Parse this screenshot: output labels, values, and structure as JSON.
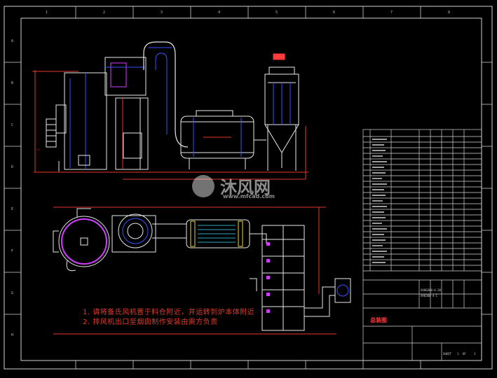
{
  "notes": [
    "1. 请将备氏风机置于料仓附近，并运转到炉本体附近",
    "2. 排风机出口至烟囱制作安装由需方负责"
  ],
  "watermark": {
    "brand": "沐风网",
    "url": "www.mfcad.com"
  },
  "title_block": {
    "drawing_title": "总装图",
    "code_1": "XXHQ300-4-20",
    "code_2": "XHQ300-4-1",
    "sheet_label": "SHEET",
    "sheet_of": "OF",
    "sheet_num": "1",
    "sheet_total": "1"
  },
  "zones": {
    "columns": [
      "1",
      "2",
      "3",
      "4",
      "5",
      "6",
      "7",
      "8"
    ],
    "rows": [
      "A",
      "B",
      "C",
      "D",
      "E",
      "F",
      "G",
      "H"
    ]
  },
  "colors": {
    "background": "#000000",
    "frame": "#cfcfcf",
    "equipment": "#e8e8e8",
    "duct_blue": "#3a52ff",
    "dimension_red": "#e23a2a",
    "hatch_magenta": "#d23cff",
    "accent_yellow": "#e9d82b",
    "accent_cyan": "#3fe0ff"
  }
}
